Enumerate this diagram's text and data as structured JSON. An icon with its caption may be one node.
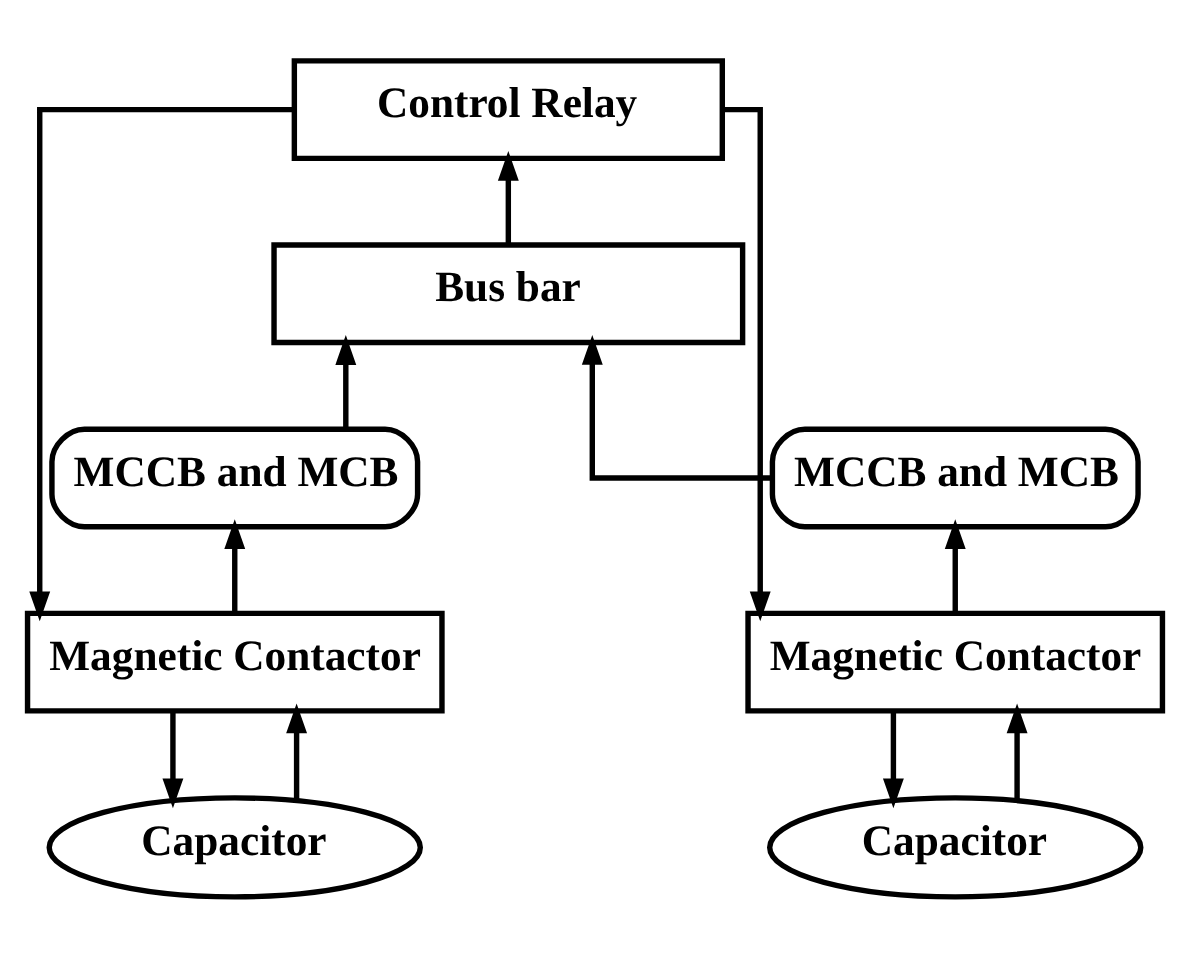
{
  "diagram": {
    "nodes": [
      {
        "text": [
          "Control Relay"
        ]
      },
      {
        "text": [
          "Bus bar"
        ]
      },
      {
        "text": [
          "MCCB and MCB"
        ]
      },
      {
        "text": [
          "MCCB and MCB"
        ]
      },
      {
        "text": [
          "Magnetic Contactor"
        ]
      },
      {
        "text": [
          "Magnetic Contactor"
        ]
      },
      {
        "text": [
          "Capacitor"
        ]
      },
      {
        "text": [
          "Capacitor"
        ]
      }
    ],
    "edges": [
      {
        "from": 1,
        "to": 0,
        "arrow": "to"
      },
      {
        "from": 2,
        "to": 1,
        "arrow": "to"
      },
      {
        "from": 3,
        "to": 1,
        "arrow": "to"
      },
      {
        "from": 4,
        "to": 2,
        "arrow": "to"
      },
      {
        "from": 5,
        "to": 3,
        "arrow": "to"
      },
      {
        "from": 0,
        "to": 4,
        "arrow": "to"
      },
      {
        "from": 0,
        "to": 5,
        "arrow": "to"
      },
      {
        "from": 4,
        "to": 6,
        "arrow": "to"
      },
      {
        "from": 6,
        "to": 4,
        "arrow": "to"
      },
      {
        "from": 5,
        "to": 7,
        "arrow": "to"
      },
      {
        "from": 7,
        "to": 5,
        "arrow": "to"
      }
    ]
  }
}
